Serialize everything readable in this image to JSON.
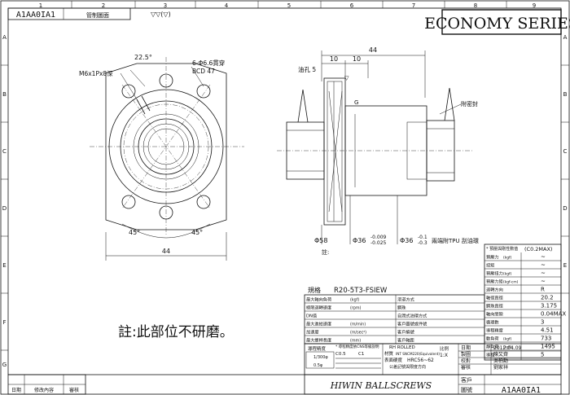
{
  "title_block": {
    "drawing_no": "A1AA0IA1",
    "series": "ECONOMY SERIES",
    "top_note": "管制圖面",
    "brand": "HIWIN BALLSCREWS",
    "customer_label": "客戶",
    "drawing_no_label": "圖號",
    "drawing_no_bottom": "A1AA0IA1",
    "revision_cols": [
      "日期",
      "修改內容",
      "審核"
    ]
  },
  "grid": {
    "columns": [
      "1",
      "2",
      "3",
      "4",
      "5",
      "6",
      "7",
      "8",
      "9"
    ],
    "rows": [
      "A",
      "B",
      "C",
      "D",
      "E",
      "F",
      "G"
    ]
  },
  "front_view": {
    "angle_label": "22.5°",
    "tap_label": "M6x1Px8深",
    "holes_label": "6-Φ6.6貫穿",
    "bcd_label": "BCD 47",
    "angle_left": "45°",
    "angle_right": "45°",
    "width_dim": "44"
  },
  "side_view": {
    "overall_len": "44",
    "dim_a": "10",
    "dim_b": "10",
    "flange_label": "油孔 5",
    "thread_label": "附密封",
    "gdt": "G",
    "dia_58": "Φ58",
    "dia_36a": "Φ36",
    "tol_36a": [
      "-0.009",
      "-0.025"
    ],
    "dia_36b": "Φ36",
    "tol_36b": [
      "-0.1",
      "-0.3"
    ],
    "wiper_note": "兩端附TPU 刮油環",
    "note_small": "註:"
  },
  "main_note": "註:此部位不研磨。",
  "spec": {
    "label": "規格",
    "model": "R20-5T3-FSIEW",
    "rows_left": [
      [
        "最大軸向負荷",
        "(kgf)",
        "",
        "滾道方式",
        ""
      ],
      [
        "極限迴轉速度",
        "(rpm)",
        "",
        "鋼珠",
        ""
      ],
      [
        "DN值",
        "",
        "",
        "自潤式油環方式",
        ""
      ],
      [
        "最大進給速度",
        "(m/min)",
        "",
        "客戶圖號或件號",
        ""
      ],
      [
        "加速度",
        "(m/sec²)",
        "",
        "客戶編號",
        ""
      ],
      [
        "最大螺桿長度",
        "(mm)",
        "",
        "客戶軸距",
        ""
      ]
    ]
  },
  "params": {
    "header": "* 預壓與剛性數值",
    "header_val": "(C0.2MAX)",
    "rows": [
      [
        "預壓力",
        "(kgf)",
        "~"
      ],
      [
        "扭矩",
        "",
        "~"
      ],
      [
        "預壓扭力",
        "(kgf)",
        "~"
      ],
      [
        "預壓力矩",
        "(kgf-cm)",
        "~"
      ],
      [
        "迴轉方向",
        "",
        "R"
      ],
      [
        "軸徑直徑",
        "",
        "20.2"
      ],
      [
        "鋼珠直徑",
        "",
        "3.175"
      ],
      [
        "軸向間隙",
        "",
        "0.04MAX"
      ],
      [
        "循環數",
        "",
        "3"
      ],
      [
        "導程精度",
        "",
        "4.51"
      ],
      [
        "動負荷",
        "(kgf)",
        "733"
      ],
      [
        "靜負荷",
        "(kgf)",
        "1495"
      ],
      [
        "導程",
        "",
        "5"
      ]
    ]
  },
  "material": {
    "row1": [
      "RH ROLLED",
      "日期",
      "2012.04.09"
    ],
    "row2": [
      "材質",
      "INT SNCM220(Equivalent)",
      "製圖",
      "陳又齊"
    ],
    "row3": [
      "表面硬度",
      "HRC56~62",
      "校對",
      "吳柏勳"
    ],
    "row4": [
      "",
      "公差記號與限度方向",
      "審核",
      "劉家祥"
    ],
    "scale_label": "比例",
    "scale": "1:X"
  },
  "lead_table": {
    "title": "導程精度",
    "note1": "* 導程精度依CNS等級說明",
    "grade": "C0.5",
    "mark": "C1",
    "lower1": "1/300φ",
    "lower2": "0.5φ"
  }
}
